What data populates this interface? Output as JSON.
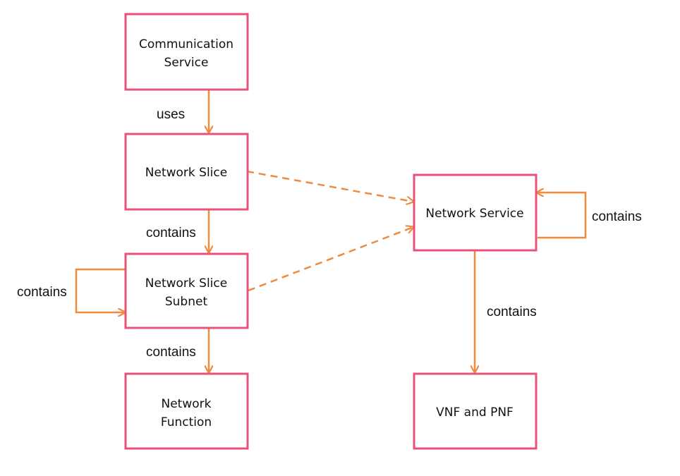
{
  "colors": {
    "box_border": "#e8517a",
    "arrow": "#f08a3c",
    "text": "#111111"
  },
  "nodes": {
    "communication_service": {
      "lines": [
        "Communication",
        "Service"
      ]
    },
    "network_slice": {
      "lines": [
        "Network Slice"
      ]
    },
    "network_slice_subnet": {
      "lines": [
        "Network Slice",
        "Subnet"
      ]
    },
    "network_function": {
      "lines": [
        "Network",
        "Function"
      ]
    },
    "network_service": {
      "lines": [
        "Network Service"
      ]
    },
    "vnf_and_pnf": {
      "lines": [
        "VNF and PNF"
      ]
    }
  },
  "edges": {
    "cs_to_ns": {
      "label": "uses",
      "style": "solid"
    },
    "ns_to_nss": {
      "label": "contains",
      "style": "solid"
    },
    "nss_self": {
      "label": "contains",
      "style": "solid"
    },
    "nss_to_nf": {
      "label": "contains",
      "style": "solid"
    },
    "nsvc_self": {
      "label": "contains",
      "style": "solid"
    },
    "nsvc_to_vnf": {
      "label": "contains",
      "style": "solid"
    },
    "ns_to_nsvc": {
      "label": "",
      "style": "dashed"
    },
    "nss_to_nsvc": {
      "label": "",
      "style": "dashed"
    }
  }
}
